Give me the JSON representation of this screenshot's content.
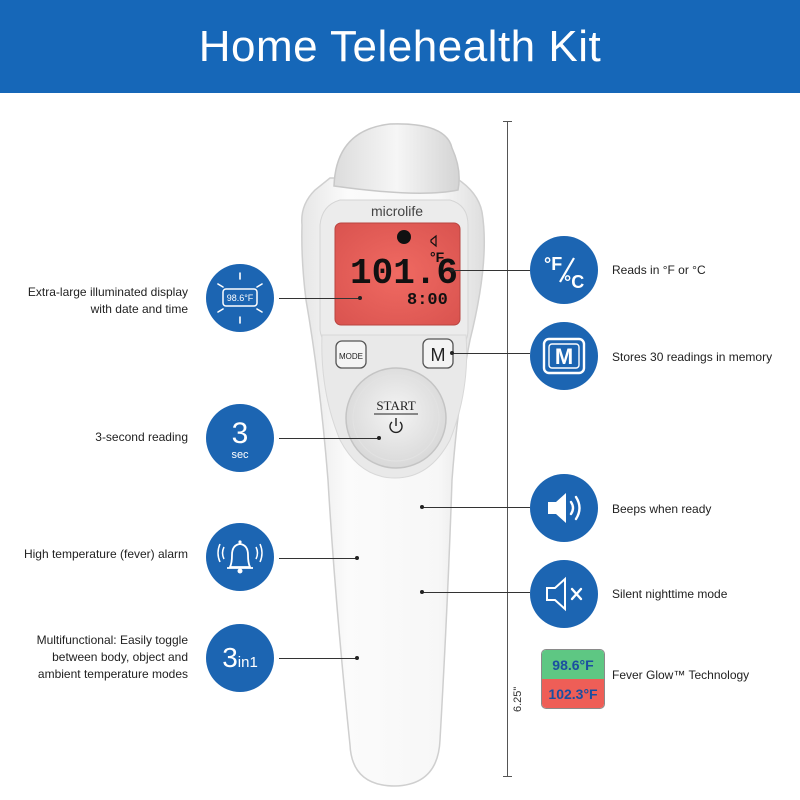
{
  "header": {
    "title": "Home Telehealth Kit"
  },
  "device": {
    "brand": "microlife",
    "lcd_reading": "101.6",
    "lcd_unit": "°F",
    "lcd_time": "8:00",
    "mode_button": "MODE",
    "memory_button": "M",
    "start_button": "START"
  },
  "features_left": [
    {
      "text": "Extra-large illuminated display with date and time",
      "icon": "display-icon",
      "icon_text": "98.6°F"
    },
    {
      "text": "3-second reading",
      "icon": "timer-text",
      "icon_text": "3",
      "icon_sub": "sec"
    },
    {
      "text": "High temperature (fever) alarm",
      "icon": "bell-icon"
    },
    {
      "text": "Multifunctional: Easily toggle between body, object and ambient temperature modes",
      "icon": "three-in-one-text",
      "icon_text": "3",
      "icon_sub": "in1"
    }
  ],
  "features_right": [
    {
      "text": "Reads in °F or °C",
      "icon": "fahrenheit-celsius-icon",
      "icon_text": "°F/°C"
    },
    {
      "text": "Stores 30 readings in memory",
      "icon": "memory-icon",
      "icon_text": "M"
    },
    {
      "text": "Beeps when ready",
      "icon": "speaker-icon"
    },
    {
      "text": "Silent nighttime mode",
      "icon": "mute-icon"
    },
    {
      "text": "Fever Glow™ Technology",
      "icon": "fever-glow-icon"
    }
  ],
  "fever_glow": {
    "normal": "98.6°F",
    "fever": "102.3°F",
    "normal_color": "#5ec783",
    "fever_color": "#ee5e57"
  },
  "measurement": {
    "length": "6.25\""
  },
  "colors": {
    "brand_blue": "#1667b8",
    "icon_blue": "#1c65b2",
    "lcd_red": "#e8645e"
  }
}
